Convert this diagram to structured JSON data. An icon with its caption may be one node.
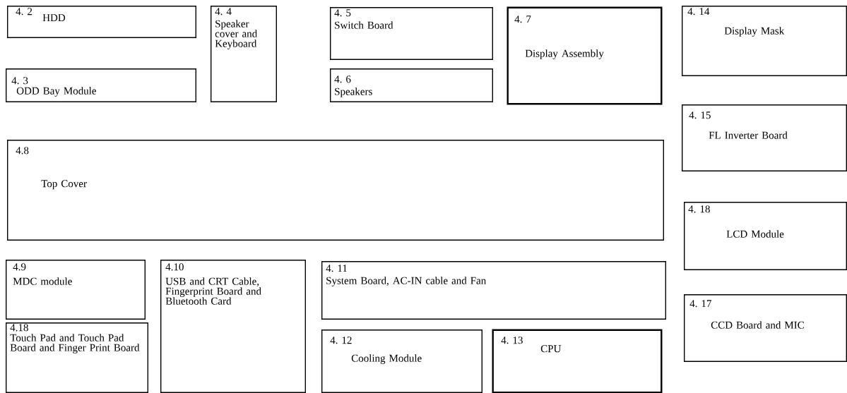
{
  "diagram": {
    "nodes": [
      {
        "text": [
          "4. 2",
          "HDD"
        ]
      },
      {
        "text": [
          "4. 3",
          "ODD Bay Module"
        ]
      },
      {
        "text": [
          "4. 4",
          "Speaker cover and Keyboard"
        ]
      },
      {
        "text": [
          "4. 5",
          "Switch Board"
        ]
      },
      {
        "text": [
          "4. 6",
          "Speakers"
        ]
      },
      {
        "text": [
          "4. 7",
          "Display Assembly"
        ]
      },
      {
        "text": [
          "4. 14",
          "Display Mask"
        ]
      },
      {
        "text": [
          "4. 15",
          "FL Inverter Board"
        ]
      },
      {
        "text": [
          "4.8",
          "Top Cover"
        ]
      },
      {
        "text": [
          "4. 18",
          "LCD Module"
        ]
      },
      {
        "text": [
          "4.9",
          "MDC module"
        ]
      },
      {
        "text": [
          "4.10",
          "USB and CRT Cable, Fingerprint Board and Bluetooth Card"
        ]
      },
      {
        "text": [
          "4. 11",
          "System Board, AC-IN cable and Fan"
        ]
      },
      {
        "text": [
          "4.18",
          "Touch Pad and Touch Pad Board and Finger Print Board"
        ]
      },
      {
        "text": [
          "4. 17",
          "CCD Board and MIC"
        ]
      },
      {
        "text": [
          "4. 12",
          "Cooling Module"
        ]
      },
      {
        "text": [
          "4. 13",
          "CPU"
        ]
      }
    ]
  }
}
